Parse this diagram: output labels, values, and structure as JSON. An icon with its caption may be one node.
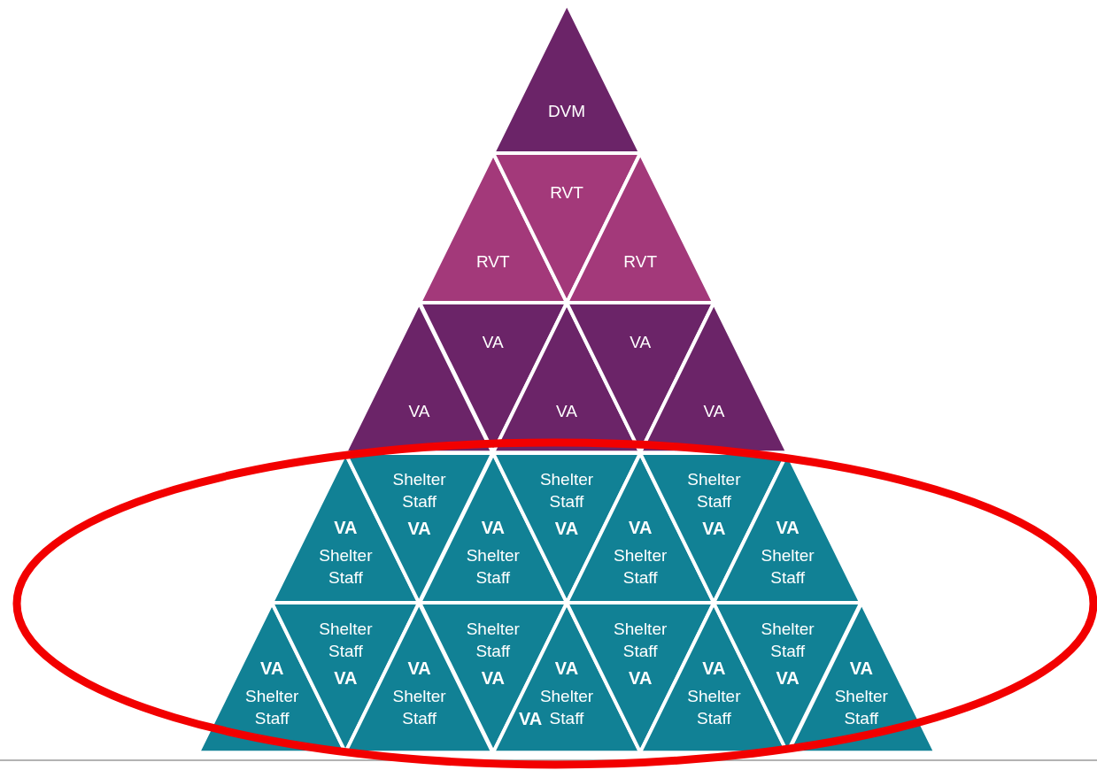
{
  "diagram": {
    "nodes": [
      {
        "text": [
          "DVM"
        ]
      },
      {
        "text": [
          "RVT"
        ]
      },
      {
        "text": [
          "RVT"
        ]
      },
      {
        "text": [
          "RVT"
        ]
      },
      {
        "text": [
          "VA"
        ]
      },
      {
        "text": [
          "VA"
        ]
      },
      {
        "text": [
          "VA"
        ]
      },
      {
        "text": [
          "VA"
        ]
      },
      {
        "text": [
          "VA"
        ]
      },
      {
        "text": [
          "VA",
          "Shelter Staff"
        ]
      },
      {
        "text": [
          "Shelter Staff",
          "VA"
        ]
      },
      {
        "text": [
          "VA",
          "Shelter Staff"
        ]
      },
      {
        "text": [
          "Shelter Staff",
          "VA"
        ]
      },
      {
        "text": [
          "VA",
          "Shelter Staff"
        ]
      },
      {
        "text": [
          "Shelter Staff",
          "VA"
        ]
      },
      {
        "text": [
          "VA",
          "Shelter Staff"
        ]
      },
      {
        "text": [
          "VA",
          "Shelter Staff"
        ]
      },
      {
        "text": [
          "Shelter Staff",
          "VA"
        ]
      },
      {
        "text": [
          "VA",
          "Shelter Staff"
        ]
      },
      {
        "text": [
          "Shelter Staff",
          "VA"
        ]
      },
      {
        "text": [
          "VA",
          "Shelter Staff"
        ]
      },
      {
        "text": [
          "Shelter Staff",
          "VA"
        ]
      },
      {
        "text": [
          "VA",
          "Shelter Staff"
        ]
      },
      {
        "text": [
          "Shelter Staff",
          "VA"
        ]
      },
      {
        "text": [
          "VA",
          "Shelter Staff"
        ]
      }
    ],
    "edges": [],
    "labels": [
      "VA"
    ]
  }
}
